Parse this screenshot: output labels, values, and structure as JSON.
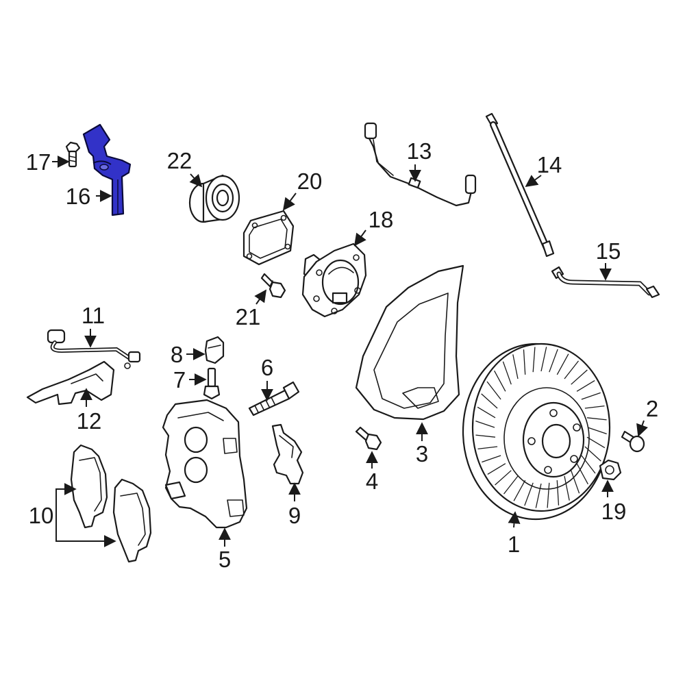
{
  "diagram": {
    "highlight_color": "#3232c8",
    "line_color": "#1a1a1a",
    "background": "#ffffff",
    "callouts": [
      {
        "id": "c1",
        "label": "1"
      },
      {
        "id": "c2",
        "label": "2"
      },
      {
        "id": "c3",
        "label": "3"
      },
      {
        "id": "c4",
        "label": "4"
      },
      {
        "id": "c5",
        "label": "5"
      },
      {
        "id": "c6",
        "label": "6"
      },
      {
        "id": "c7",
        "label": "7"
      },
      {
        "id": "c8",
        "label": "8"
      },
      {
        "id": "c9",
        "label": "9"
      },
      {
        "id": "c10",
        "label": "10"
      },
      {
        "id": "c11",
        "label": "11"
      },
      {
        "id": "c12",
        "label": "12"
      },
      {
        "id": "c13",
        "label": "13"
      },
      {
        "id": "c14",
        "label": "14"
      },
      {
        "id": "c15",
        "label": "15"
      },
      {
        "id": "c16",
        "label": "16"
      },
      {
        "id": "c17",
        "label": "17"
      },
      {
        "id": "c18",
        "label": "18"
      },
      {
        "id": "c19",
        "label": "19"
      },
      {
        "id": "c20",
        "label": "20"
      },
      {
        "id": "c21",
        "label": "21"
      },
      {
        "id": "c22",
        "label": "22"
      }
    ]
  }
}
